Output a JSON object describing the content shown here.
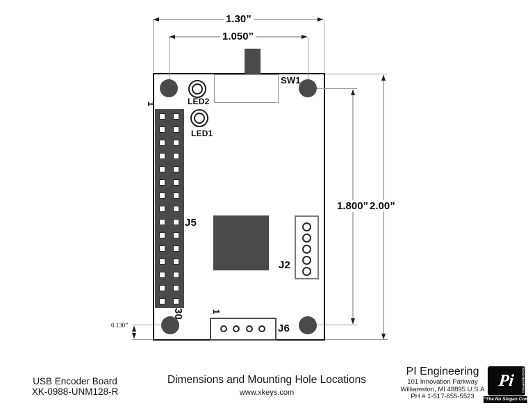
{
  "diagram": {
    "dimensions": {
      "board_width": "1.30”",
      "hole_spacing_x": "1.050”",
      "hole_spacing_y": "1.800”",
      "board_height": "2.00”",
      "hole_edge_offset": "0.130”"
    },
    "labels": {
      "sw1": "SW1",
      "led2": "LED2",
      "led1": "LED1",
      "j5": "J5",
      "j2": "J2",
      "j6": "J6",
      "j5_pin1": "1",
      "j5_pin30": "30",
      "j6_pin1": "1"
    },
    "component_counts": {
      "j5_pins": 30,
      "j2_pins": 5,
      "j6_pins": 4,
      "mounting_holes": 4
    },
    "colors": {
      "component_fill": "#4a4a4a",
      "board_outline": "#161616",
      "dimension_line": "#8a8a8a"
    }
  },
  "footer": {
    "product_name": "USB Encoder Board",
    "product_model": "XK-0988-UNM128-R",
    "sheet_title": "Dimensions and Mounting Hole Locations",
    "website": "www.xkeys.com",
    "company": {
      "name": "PI Engineering",
      "address_line1": "101 Innovation Parkway",
      "address_line2": "Williamston, MI 48895 U.S.A",
      "phone": "PH # 1-517-655-5523"
    },
    "logo": {
      "monogram": "Pi",
      "vertical_text": "ENGINEERING",
      "tagline": "“The No Slogan Company”"
    }
  }
}
